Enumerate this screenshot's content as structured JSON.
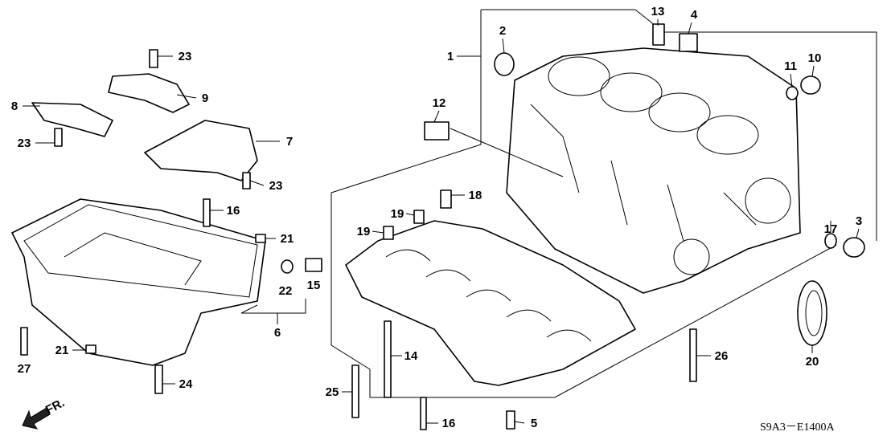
{
  "diagram_code": "S9A3－E1400A",
  "front_indicator": "FR.",
  "callouts": {
    "c1": "1",
    "c2": "2",
    "c13": "13",
    "c4": "4",
    "c11": "11",
    "c10": "10",
    "c12": "12",
    "c17": "17",
    "c3": "3",
    "c20": "20",
    "c26": "26",
    "c5": "5",
    "c16b": "16",
    "c14": "14",
    "c25": "25",
    "c18": "18",
    "c19a": "19",
    "c19b": "19",
    "c23a": "23",
    "c9": "9",
    "c8": "8",
    "c23b": "23",
    "c7": "7",
    "c23c": "23",
    "c16a": "16",
    "c21a": "21",
    "c22": "22",
    "c15": "15",
    "c6": "6",
    "c21b": "21",
    "c27": "27",
    "c24": "24"
  }
}
